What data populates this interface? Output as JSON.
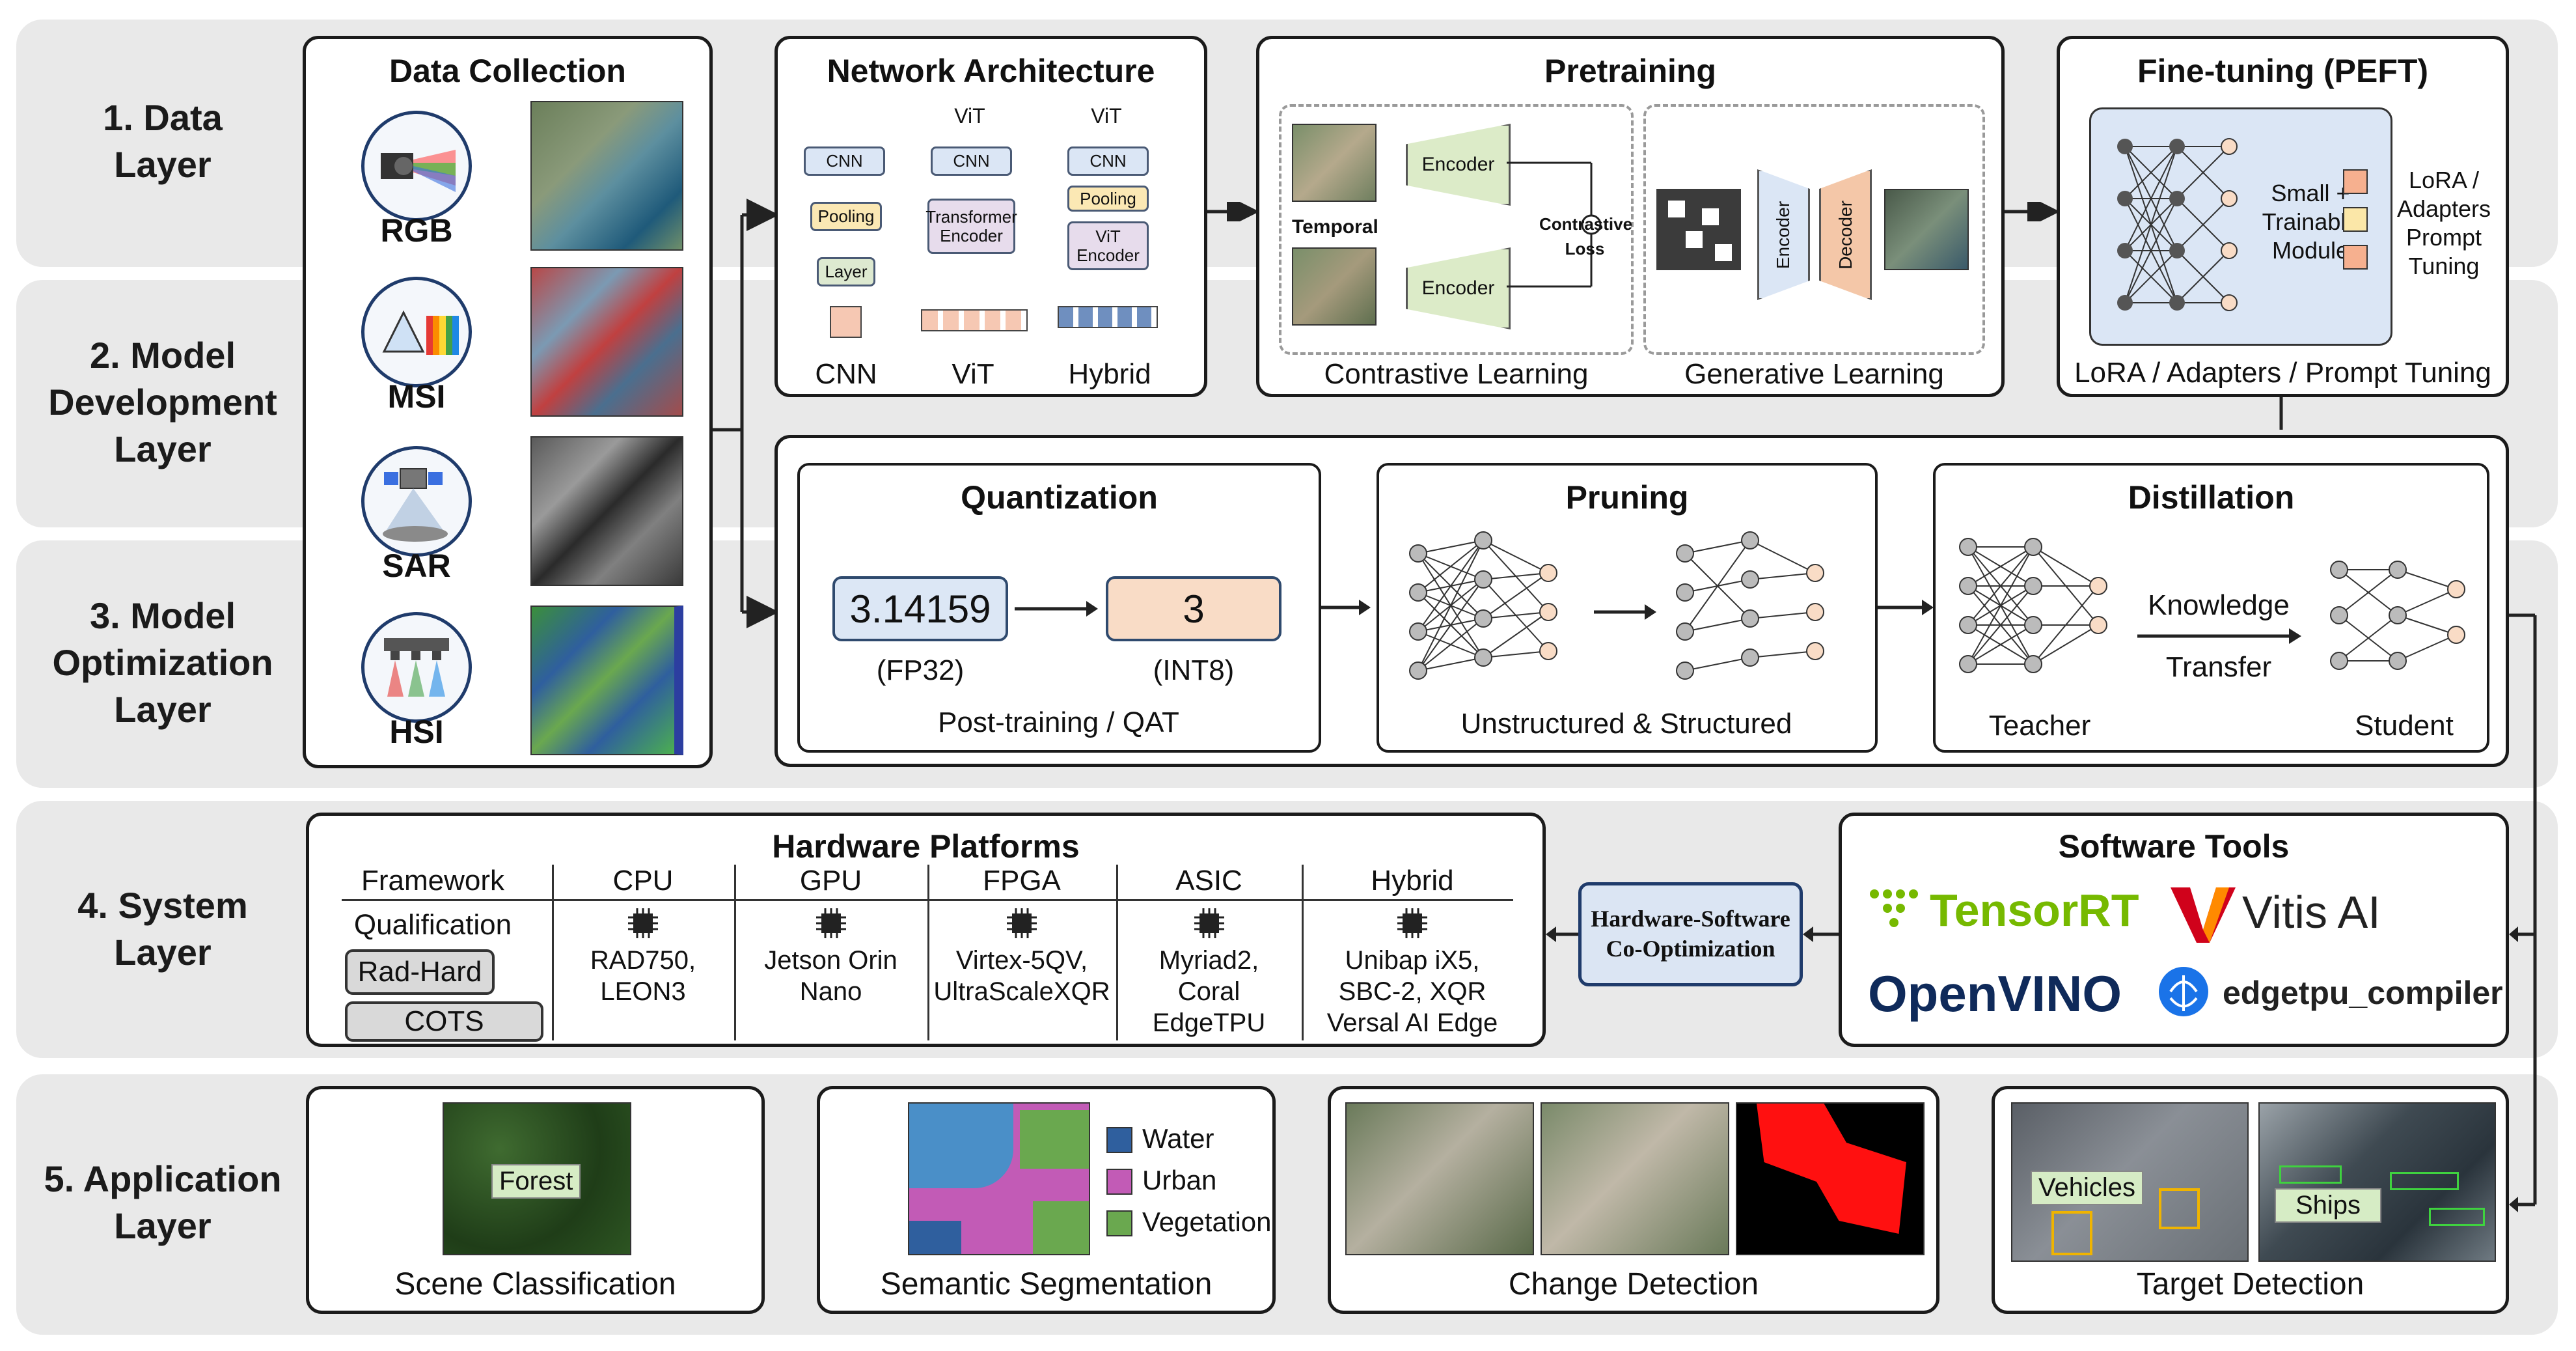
{
  "layers": [
    {
      "label": "1. Data Layer"
    },
    {
      "label": "2. Model Development Layer"
    },
    {
      "label": "3. Model Optimization Layer"
    },
    {
      "label": "4. System Layer"
    },
    {
      "label": "5. Application Layer"
    }
  ],
  "data_collection": {
    "title": "Data Collection",
    "sensors": [
      "RGB",
      "MSI",
      "SAR",
      "HSI"
    ]
  },
  "network_architecture": {
    "title": "Network Architecture",
    "cnn": {
      "name": "CNN",
      "blocks": [
        "CNN",
        "Pooling",
        "Layer"
      ]
    },
    "vit": {
      "name": "ViT",
      "top": "ViT",
      "blocks": [
        "CNN",
        "Transformer Encoder"
      ]
    },
    "hybrid": {
      "name": "Hybrid",
      "top": "ViT",
      "blocks": [
        "CNN",
        "Pooling",
        "ViT Encoder"
      ]
    }
  },
  "pretraining": {
    "title": "Pretraining",
    "temporal": "Temporal",
    "encoder": "Encoder",
    "contrastive_loss": "Contrastive Loss",
    "decoder": "Decoder",
    "contrastive_caption": "Contrastive Learning",
    "generative_caption": "Generative Learning"
  },
  "finetuning": {
    "title": "Fine-tuning (PEFT)",
    "module": "Small + Trainable Module",
    "side_label": "LoRA / Adapters Prompt Tuning",
    "caption": "LoRA / Adapters / Prompt Tuning"
  },
  "quantization": {
    "title": "Quantization",
    "from_value": "3.14159",
    "from_type": "(FP32)",
    "to_value": "3",
    "to_type": "(INT8)",
    "caption": "Post-training / QAT"
  },
  "pruning": {
    "title": "Pruning",
    "caption": "Unstructured & Structured"
  },
  "distillation": {
    "title": "Distillation",
    "arrow_label_1": "Knowledge",
    "arrow_label_2": "Transfer",
    "teacher": "Teacher",
    "student": "Student"
  },
  "hardware": {
    "title": "Hardware Platforms",
    "framework": "Framework",
    "qualification": "Qualification",
    "rad_hard": "Rad-Hard",
    "cots": "COTS",
    "columns": [
      {
        "head": "CPU",
        "lines": [
          "RAD750,",
          "LEON3"
        ]
      },
      {
        "head": "GPU",
        "lines": [
          "Jetson Orin",
          "Nano"
        ]
      },
      {
        "head": "FPGA",
        "lines": [
          "Virtex-5QV,",
          "UltraScaleXQR"
        ]
      },
      {
        "head": "ASIC",
        "lines": [
          "Myriad2,",
          "Coral",
          "EdgeTPU"
        ]
      },
      {
        "head": "Hybrid",
        "lines": [
          "Unibap iX5,",
          "SBC-2, XQR",
          "Versal AI Edge"
        ]
      }
    ]
  },
  "coopt": {
    "line1": "Hardware-Software",
    "line2": "Co-Optimization"
  },
  "software": {
    "title": "Software Tools",
    "tools": [
      "TensorRT",
      "Vitis AI",
      "OpenVINO",
      "edgetpu_compiler"
    ]
  },
  "applications": {
    "scene": {
      "caption": "Scene Classification",
      "tag": "Forest"
    },
    "segmentation": {
      "caption": "Semantic Segmentation",
      "legend": [
        "Water",
        "Urban",
        "Vegetation"
      ]
    },
    "change": {
      "caption": "Change Detection"
    },
    "target": {
      "caption": "Target Detection",
      "tag1": "Vehicles",
      "tag2": "Ships"
    }
  },
  "colors": {
    "band": "#e9e9e9",
    "water": "#2f5f9e",
    "urban": "#c25bb6",
    "vegetation": "#6aa84f",
    "encoder": "#dcebc8",
    "decoder": "#f4c7a8",
    "quant_from": "#dce7f5",
    "quant_to": "#f9dcc6",
    "coopt_bg": "#dbe5f3",
    "coopt_border": "#1f3b6b",
    "tensorrt": "#76b900",
    "vitis_red": "#d0021b",
    "openvino": "#0f2a5a",
    "edgetpu": "#1a73e8"
  }
}
